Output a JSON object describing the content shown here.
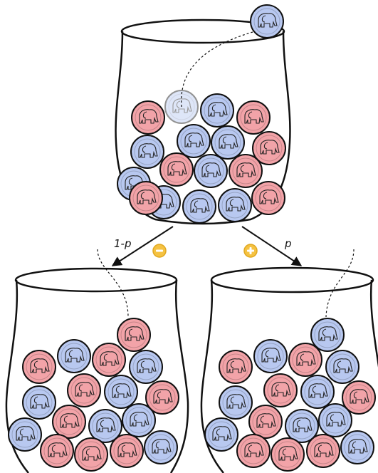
{
  "labels": {
    "left_branch": "1-p",
    "right_branch": "p",
    "minus_symbol": "−",
    "plus_symbol": "+"
  },
  "colors": {
    "red_ball": "#f2a3a8",
    "blue_ball": "#b8c8f0",
    "outline": "#111111",
    "coin": "#f5c242",
    "coin_edge": "#e0a820"
  },
  "icons": {
    "ball_icon": "elephant-icon",
    "coin_icon": "coin-icon"
  },
  "urns": {
    "top": {
      "balls": [
        "red",
        "blue",
        "red",
        "blue",
        "blue",
        "red",
        "blue",
        "red",
        "blue",
        "red",
        "blue",
        "blue",
        "blue",
        "blue",
        "red",
        "red",
        "blue"
      ],
      "drawn_ball": "blue"
    },
    "left": {
      "balls": [
        "red",
        "blue",
        "red",
        "blue",
        "blue",
        "red",
        "blue",
        "red",
        "red",
        "blue",
        "blue",
        "blue",
        "red",
        "red",
        "red",
        "blue"
      ],
      "added_ball": "red"
    },
    "right": {
      "balls": [
        "red",
        "blue",
        "red",
        "blue",
        "blue",
        "red",
        "blue",
        "red",
        "red",
        "blue",
        "blue",
        "blue",
        "red",
        "red",
        "red",
        "blue"
      ],
      "added_ball": "blue"
    }
  }
}
